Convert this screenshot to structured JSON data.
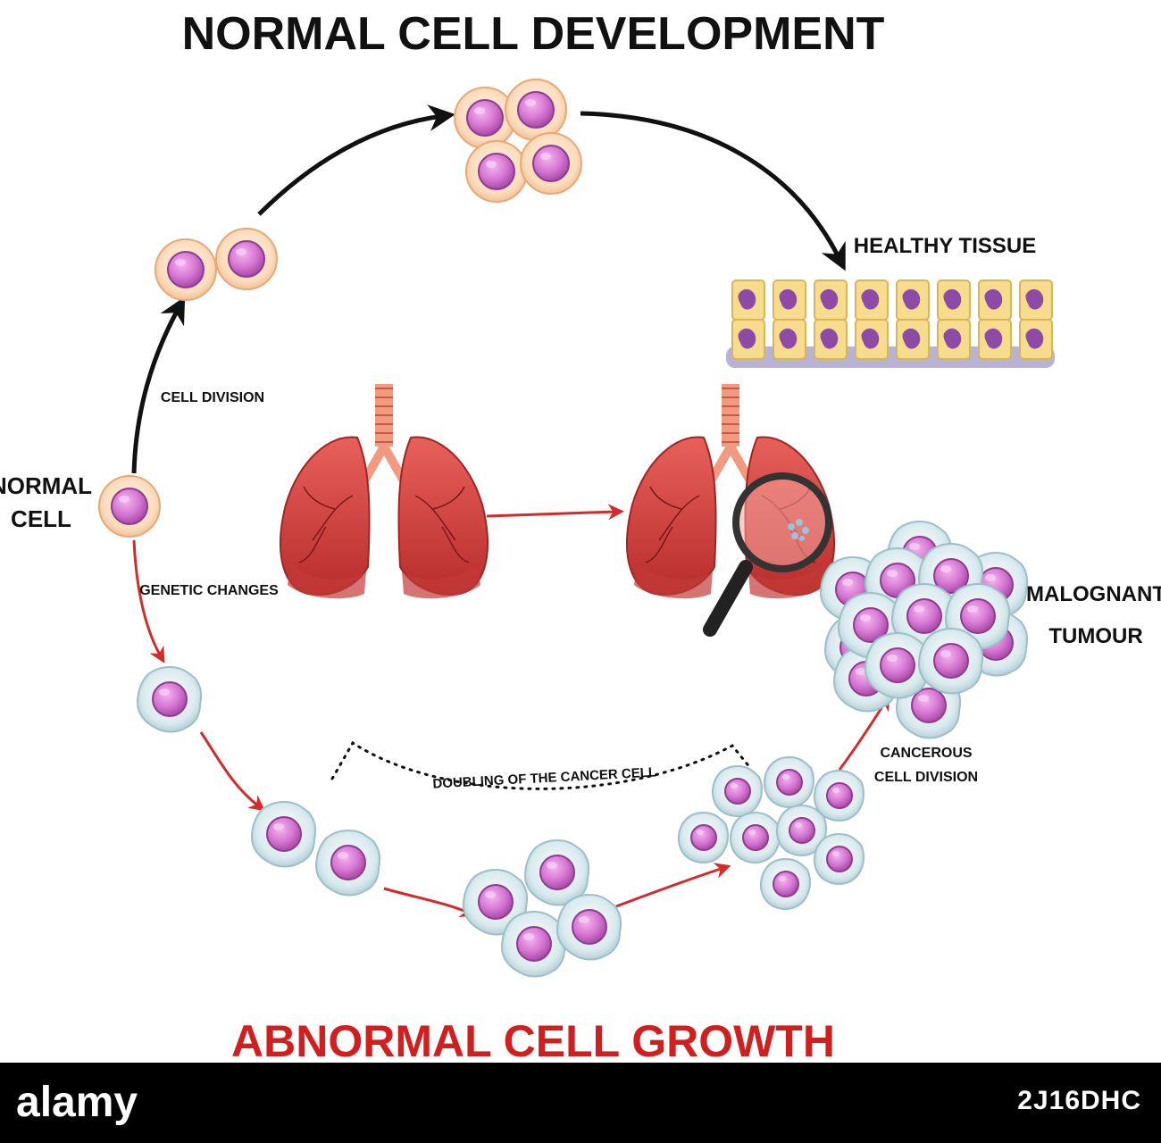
{
  "labels": {
    "title_top": "NORMAL CELL DEVELOPMENT",
    "title_bottom": "ABNORMAL CELL GROWTH",
    "healthy_tissue": "HEALTHY TISSUE",
    "cell_division": "CELL DIVISION",
    "normal_cell_line1": "NORMAL",
    "normal_cell_line2": "CELL",
    "genetic_changes": "GENETIC CHANGES",
    "malignant_line1": "MALOGNANT",
    "malignant_line2": "TUMOUR",
    "doubling": "DOUBLING OF THE CANCER CELL",
    "cancerous_line1": "CANCEROUS",
    "cancerous_line2": "CELL DIVISION"
  },
  "watermark": {
    "logo": "alamy",
    "image_id": "2J16DHC"
  },
  "colors": {
    "title_top": "#111111",
    "title_bottom": "#d01f1f",
    "normal_arrow": "#111111",
    "abnormal_arrow": "#d42a2a",
    "normal_cell_membrane": "#fbdcbc",
    "nucleus": "#c664c4",
    "abnormal_cell_membrane": "#d9eaee",
    "tissue_cell": "#f7dc8e",
    "tissue_nucleus": "#8d4aa6",
    "lung": "#d8413e",
    "footer": "#000000"
  },
  "icons": [
    "lungs-icon",
    "magnifying-glass-icon",
    "cell-icon",
    "tissue-icon",
    "arrow-icon"
  ]
}
